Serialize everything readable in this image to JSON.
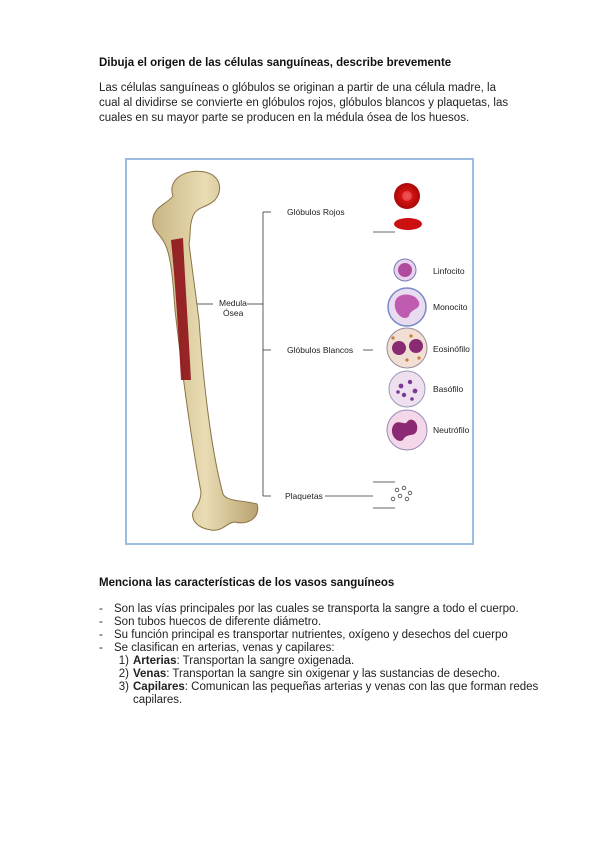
{
  "section1": {
    "title": "Dibuja el origen de las células sanguíneas, describe brevemente",
    "paragraph": "Las células sanguíneas o glóbulos se originan a partir de una célula madre, la cual al dividirse se convierte en glóbulos rojos, glóbulos blancos y plaquetas, las cuales en su mayor parte se producen en la médula ósea de los huesos."
  },
  "figure": {
    "medula_line1": "Medula",
    "medula_line2": "Ósea",
    "globulos_rojos": "Glóbulos Rojos",
    "globulos_blancos": "Glóbulos Blancos",
    "plaquetas": "Plaquetas",
    "linfocito": "Linfocito",
    "monocito": "Monocito",
    "eosinofilo": "Eosinófilo",
    "basofilo": "Basófilo",
    "neutrofilo": "Neutrófilo"
  },
  "section2": {
    "title": "Menciona las características de los vasos sanguíneos",
    "bullets": [
      "Son las vías principales por las cuales se transporta la sangre a todo el cuerpo.",
      "Son tubos huecos de diferente diámetro.",
      "Su función principal es transportar nutrientes, oxígeno y desechos del cuerpo",
      "Se clasifican en arterias, venas y capilares:"
    ],
    "dash": "-",
    "types": [
      {
        "num": "1)",
        "term": "Arterias",
        "desc": ": Transportan la sangre oxigenada."
      },
      {
        "num": "2)",
        "term": "Venas",
        "desc": ": Transportan la sangre sin oxigenar y las sustancias de desecho."
      },
      {
        "num": "3)",
        "term": "Capilares",
        "desc": ": Comunican las pequeñas arterias y venas con las que forman redes"
      }
    ],
    "types_continuation": "capilares."
  }
}
